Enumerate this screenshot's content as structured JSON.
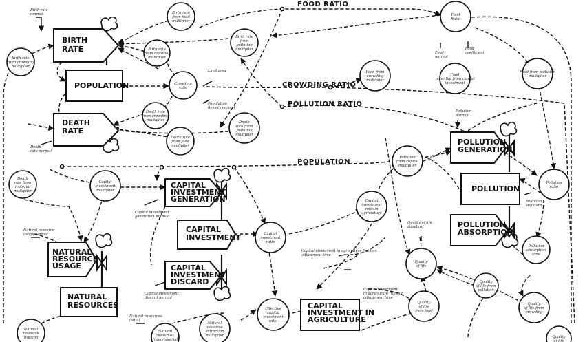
{
  "stocks": {
    "birth_rate": [
      "BIRTH",
      "RATE"
    ],
    "population": [
      "POPULATION"
    ],
    "death_rate": [
      "DEATH",
      "RATE"
    ],
    "capital_investment_generation": [
      "CAPITAL",
      "INVESTMENT",
      "GENERATION"
    ],
    "capital_investment": [
      "CAPITAL",
      "INVESTMENT"
    ],
    "capital_investment_discard": [
      "CAPITAL",
      "INVESTMENT",
      "DISCARD"
    ],
    "natural_resource_usage": [
      "NATURAL",
      "RESOURCE",
      "USAGE"
    ],
    "natural_resources": [
      "NATURAL",
      "RESOURCES"
    ],
    "capital_investment_in_agriculture": [
      "CAPITAL",
      "INVESTMENT IN",
      "AGRICULTURE"
    ],
    "pollution_generation": [
      "POLLUTION",
      "GENERATION"
    ],
    "pollution": [
      "POLLUTION"
    ],
    "pollution_absorption": [
      "POLLUTION",
      "ABSORPTION"
    ]
  },
  "links": {
    "food_ratio": "FOOD RATIO",
    "crowding_ratio": "CROWDING RATIO",
    "pollution_ratio": "POLLUTION RATIO",
    "population": "POPULATION"
  },
  "auxiliaries": {
    "birth_rate_from_food": [
      "Birth rate",
      "from food",
      "multiplier"
    ],
    "birth_rate_from_pollution": [
      "Birth rate",
      "from",
      "pollution",
      "multiplier"
    ],
    "birth_rate_from_material": [
      "Birth rate",
      "from material",
      "multiplier"
    ],
    "birth_rate_from_crowding": [
      "Birth rate",
      "from crowding",
      "multiplier"
    ],
    "crowding_ratio_aux": [
      "Crowding",
      "ratio"
    ],
    "death_rate_from_crowding": [
      "Death rate",
      "from crowding",
      "multiplier"
    ],
    "death_rate_from_food": [
      "Death rate",
      "from food",
      "multiplier"
    ],
    "death_rate_from_pollution": [
      "Death",
      "rate from",
      "pollution",
      "multiplier"
    ],
    "death_rate_from_material": [
      "Death",
      "rate from",
      "material",
      "multiplier"
    ],
    "food_from_crowding": [
      "Food from",
      "crowding",
      "multiplier"
    ],
    "food_ratio_aux": [
      "Food",
      "Ratio"
    ],
    "food_from_pollution": [
      "Food from pollution",
      "multiplier"
    ],
    "food_potential": [
      "Food",
      "potential from capital",
      "investment"
    ],
    "pollution_from_capital": [
      "Pollution",
      "from capital",
      "multiplier"
    ],
    "capital_agri_ratio": [
      "Capital",
      "investment",
      "ratio in",
      "agriculture"
    ],
    "capital_investment_multiplier": [
      "Capital",
      "investment",
      "multiplier"
    ],
    "capital_investment_ratio": [
      "Capital",
      "investment",
      "ratio"
    ],
    "pollution_ratio_aux": [
      "Pollution",
      "ratio"
    ],
    "quality_of_life": [
      "Quality",
      "of life"
    ],
    "quality_from_food": [
      "Quality",
      "of life from",
      "pollution"
    ],
    "quality_from_material": [
      "Quality",
      "of life",
      "from food"
    ],
    "quality_from_crowding": [
      "Quality",
      "of life from",
      "crowding"
    ],
    "pollution_absorption_time": [
      "Pollution",
      "absorption",
      "time"
    ],
    "effective_capital": [
      "Effective",
      "capital",
      "investment",
      "ratio"
    ],
    "natural_resource_extraction": [
      "Natural",
      "resource",
      "extraction",
      "multiplier"
    ],
    "natural_resource_from_material": [
      "Natural",
      "resources",
      "from material",
      "multiplier"
    ],
    "natural_resource_bottom": [
      "Natural",
      "resource",
      "fraction"
    ],
    "quality_bottom": [
      "Quality",
      "of life"
    ]
  },
  "constants": {
    "birth_rate_normal": [
      "Birth rate",
      "normal"
    ],
    "land_area": [
      "Land area"
    ],
    "population_density_normal": [
      "Population",
      "density normal"
    ],
    "death_rate_normal": [
      "Death",
      "rate normal"
    ],
    "food_normal": [
      "Food",
      "normal"
    ],
    "food_coefficient": [
      "Food",
      "coefficient"
    ],
    "pollution_normal": [
      "Pollution",
      "normal"
    ],
    "pollution_standard": [
      "Pollution",
      "standard"
    ],
    "capital_generation_normal": [
      "Capital investment",
      "generation normal"
    ],
    "capital_discard_normal": [
      "Capital investment",
      "discard normal"
    ],
    "natural_resource_usage_normal": [
      "Natural resource",
      "usage normal"
    ],
    "natural_resources_initial": [
      "Natural resources",
      "initial"
    ],
    "capital_agri_adjustment": [
      "Capital investment in agriculture fraction",
      "adjustment time"
    ],
    "capital_agri_fraction": [
      "Capital investment",
      "in agriculture fraction",
      "adjustment time"
    ],
    "quality_standard": [
      "Quality of life",
      "standard"
    ]
  }
}
